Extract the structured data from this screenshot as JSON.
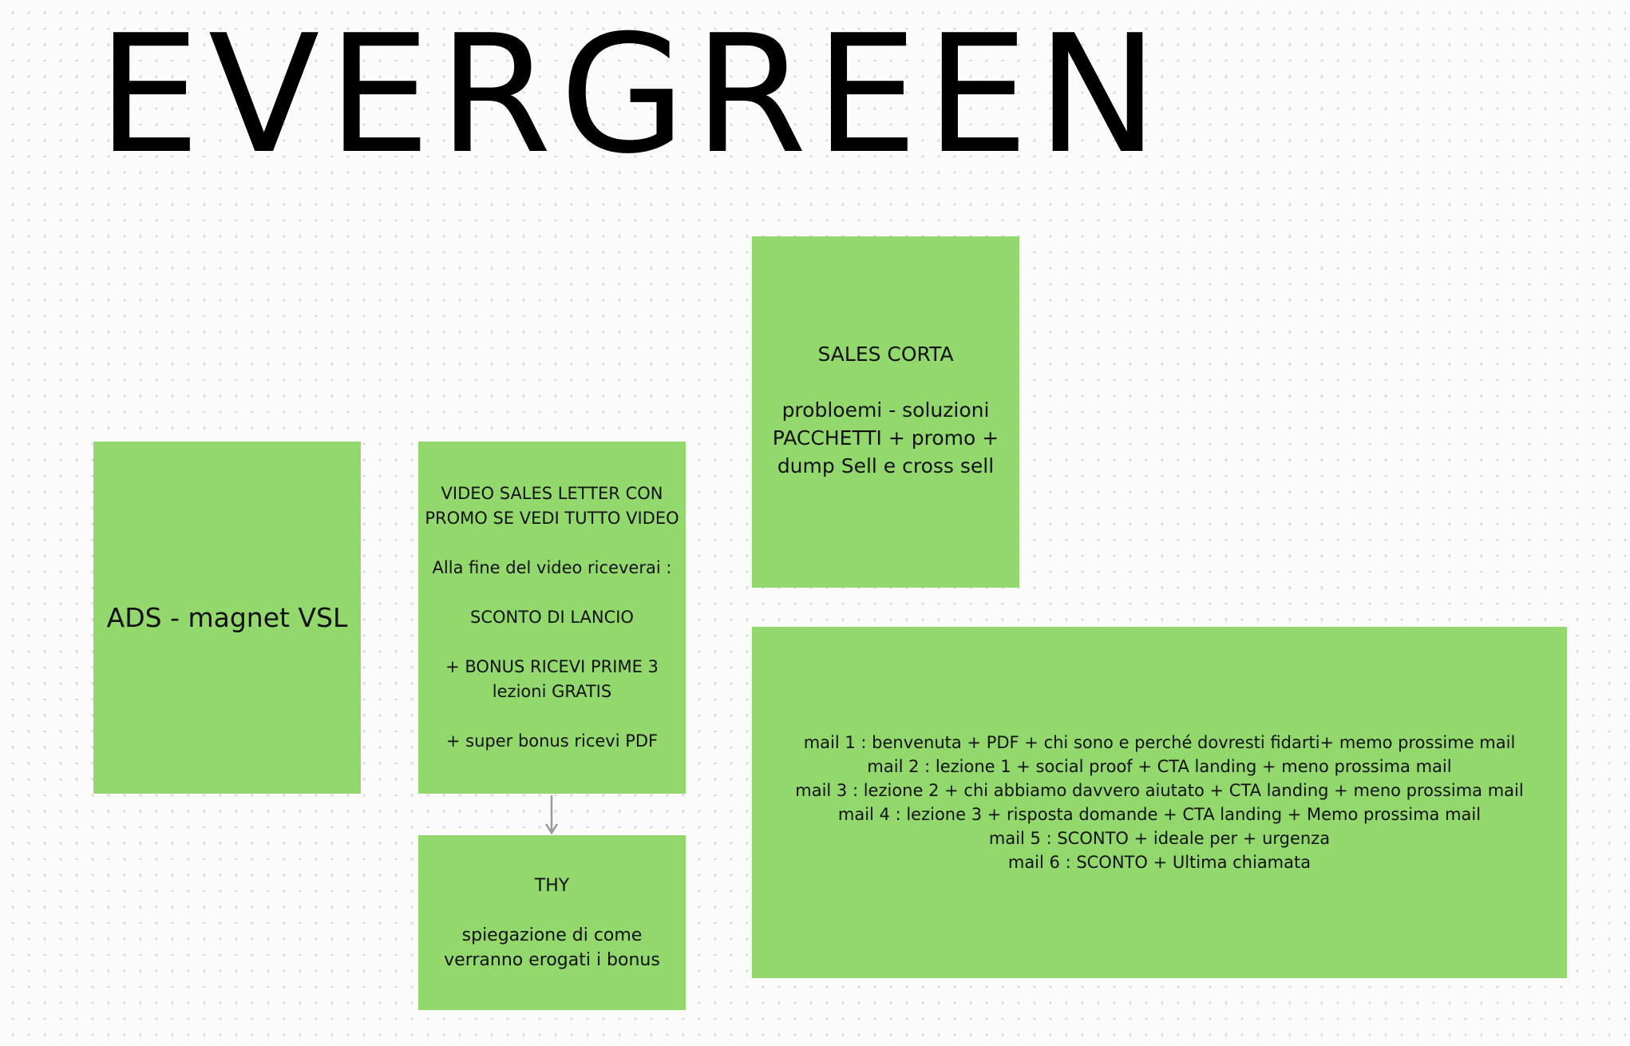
{
  "board": {
    "title": "EVERGREEN",
    "note_color": "#93d86c",
    "notes": {
      "ads": "ADS - magnet VSL",
      "vsl": "VIDEO SALES LETTER CON PROMO SE VEDI TUTTO VIDEO\n\nAlla fine del video riceverai :\n\nSCONTO DI LANCIO\n\n+ BONUS RICEVI PRIME 3 lezioni GRATIS\n\n+ super bonus ricevi PDF",
      "thy": "THY\n\nspiegazione di come verranno erogati i bonus",
      "sales": "SALES CORTA\n\nprobloemi - soluzioni PACCHETTI + promo + dump Sell e cross sell",
      "mail": "mail 1 : benvenuta + PDF + chi sono e perché dovresti fidarti+ memo prossime mail\nmail 2 : lezione 1 + social proof + CTA landing + meno prossima mail\nmail 3 : lezione 2 + chi abbiamo davvero aiutato + CTA landing + meno prossima mail\nmail 4 : lezione 3 + risposta domande + CTA landing + Memo prossima mail\nmail 5 : SCONTO + ideale per + urgenza\nmail 6 : SCONTO + Ultima chiamata"
    }
  }
}
